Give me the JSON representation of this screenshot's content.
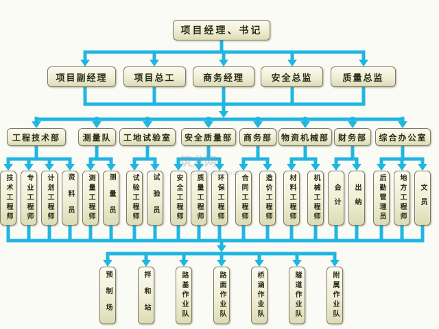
{
  "colors": {
    "connector": "#1fb6e2",
    "box_top": "#fbfbef",
    "box_bottom": "#dcdcb6",
    "border": "#7d7a68",
    "text": "#2a2a18",
    "background": "#fbfbf6"
  },
  "watermark": {
    "text": "筑龙网",
    "sub": "zhulong.com"
  },
  "level1": {
    "label": "项目经理、书记"
  },
  "level2": [
    {
      "label": "项目副经理"
    },
    {
      "label": "项目总工"
    },
    {
      "label": "商务经理"
    },
    {
      "label": "安全总监"
    },
    {
      "label": "质量总监"
    }
  ],
  "level3": [
    {
      "label": "工程技术部",
      "children": [
        "技术工程师",
        "专业工程师",
        "计划工程师",
        "资料员"
      ]
    },
    {
      "label": "测量队",
      "children": [
        "测量工程师",
        "测量员"
      ]
    },
    {
      "label": "工地试验室",
      "children": [
        "试验工程师",
        "试验员"
      ]
    },
    {
      "label": "安全质量部",
      "children": [
        "安全工程师",
        "质量工程师",
        "环保工程师"
      ]
    },
    {
      "label": "商务部",
      "children": [
        "合同工程师",
        "造价工程师"
      ]
    },
    {
      "label": "物资机械部",
      "children": [
        "材料工程师",
        "机械工程师"
      ]
    },
    {
      "label": "财务部",
      "children": [
        "会计",
        "出纳"
      ]
    },
    {
      "label": "综合办公室",
      "children": [
        "后勤管理员",
        "地方工程师",
        "文员"
      ]
    }
  ],
  "level5": [
    {
      "label": "预制场"
    },
    {
      "label": "拌和站"
    },
    {
      "label": "路基作业队"
    },
    {
      "label": "路面作业队"
    },
    {
      "label": "桥涵作业队"
    },
    {
      "label": "隧道作业队"
    },
    {
      "label": "附属作业队"
    }
  ]
}
